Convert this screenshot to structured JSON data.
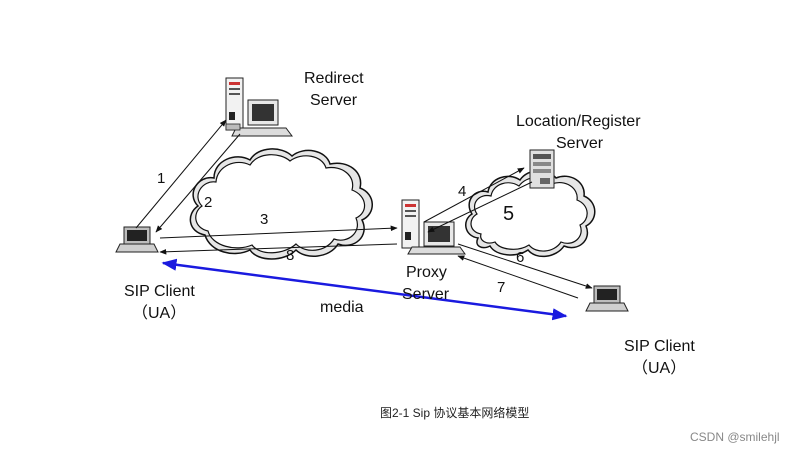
{
  "nodes": {
    "redirect_server": {
      "line1": "Redirect",
      "line2": "Server"
    },
    "location_server": {
      "line1": "Location/Register",
      "line2": "Server"
    },
    "proxy_server": {
      "line1": "Proxy",
      "line2": "Server"
    },
    "sip_client_left": {
      "line1": "SIP Client",
      "line2": "（UA）"
    },
    "sip_client_right": {
      "line1": "SIP Client",
      "line2": "（UA）"
    }
  },
  "edges": [
    {
      "id": "1",
      "label": "1"
    },
    {
      "id": "2",
      "label": "2"
    },
    {
      "id": "3",
      "label": "3"
    },
    {
      "id": "4",
      "label": "4"
    },
    {
      "id": "5",
      "label": "5"
    },
    {
      "id": "6",
      "label": "6"
    },
    {
      "id": "7",
      "label": "7"
    },
    {
      "id": "8",
      "label": "8"
    }
  ],
  "media": {
    "label": "media",
    "color": "#1a1adf"
  },
  "caption": "图2-1  Sip 协议基本网络模型",
  "watermark": "CSDN @smilehjl"
}
